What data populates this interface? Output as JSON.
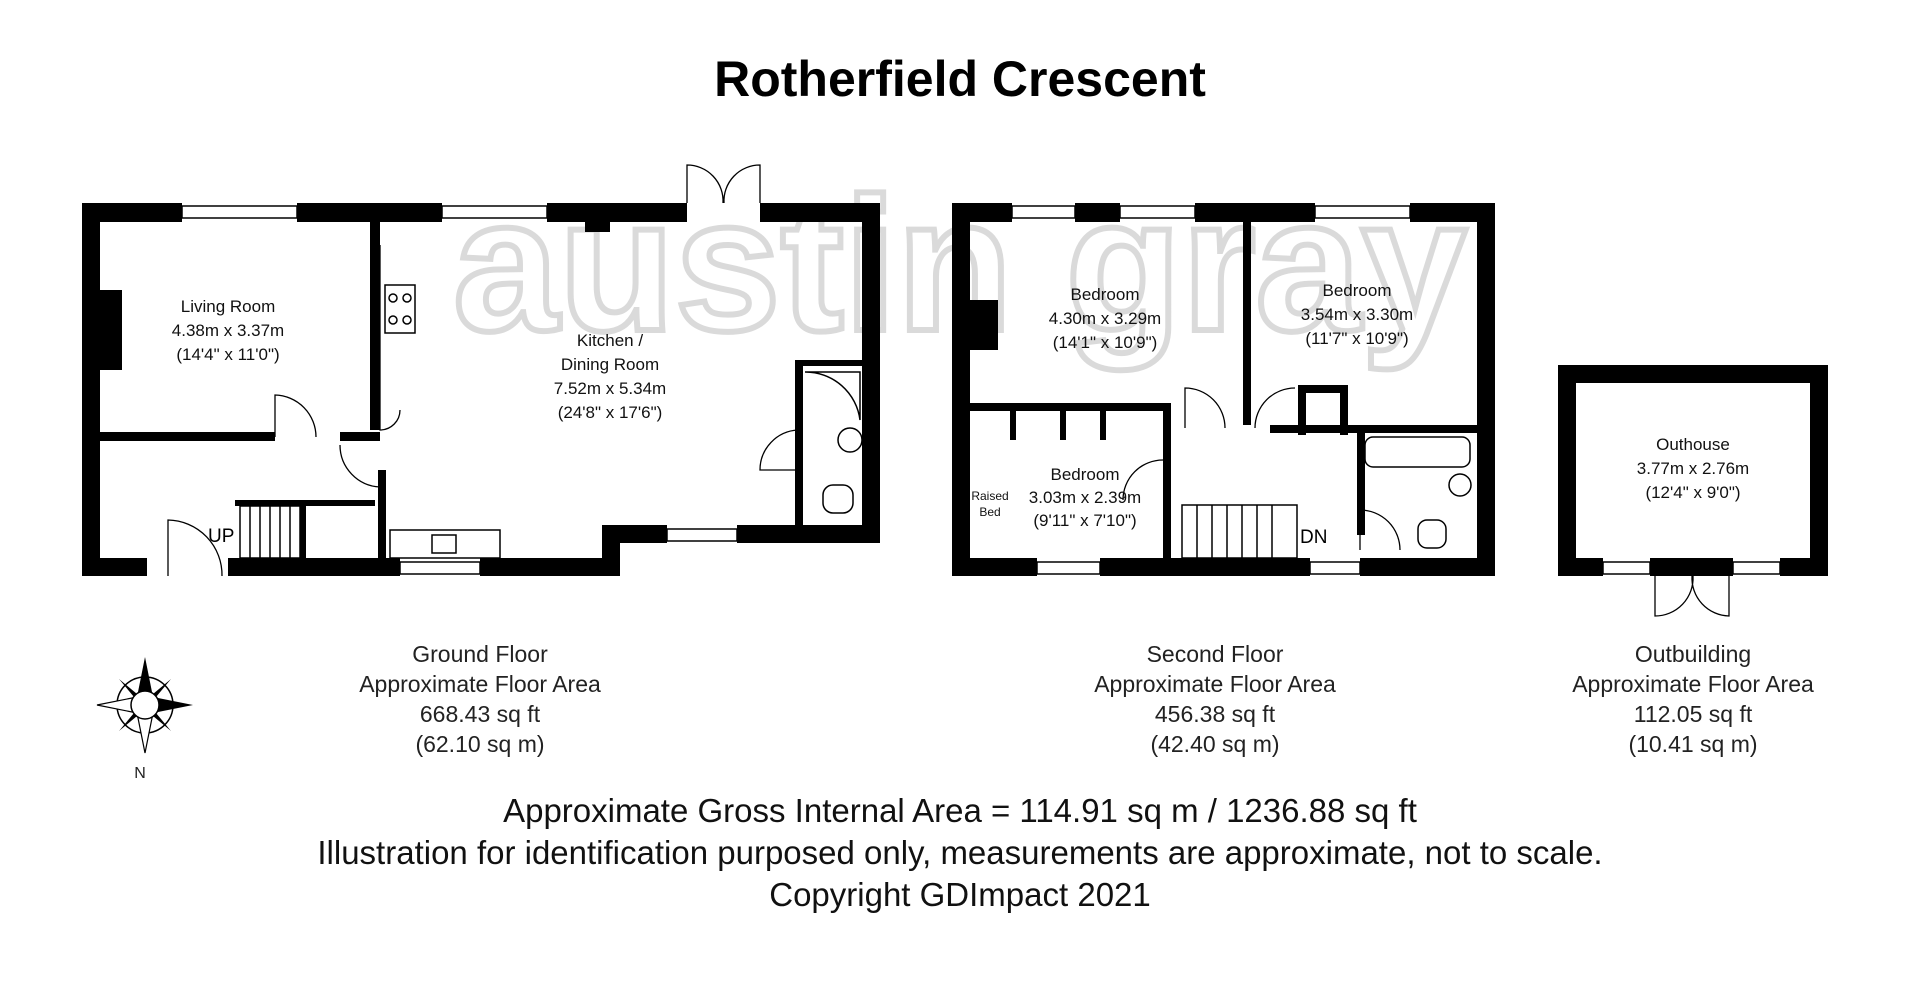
{
  "title": "Rotherfield Crescent",
  "watermark": "austin gray",
  "colors": {
    "walls": "#000000",
    "background": "#ffffff",
    "watermark": "#d9d9d9"
  },
  "ground_floor": {
    "rooms": {
      "living": {
        "name": "Living Room",
        "metric": "4.38m x 3.37m",
        "imperial": "(14'4\" x 11'0\")"
      },
      "kitchen": {
        "name_line1": "Kitchen /",
        "name_line2": "Dining Room",
        "metric": "7.52m x 5.34m",
        "imperial": "(24'8\" x 17'6\")"
      }
    },
    "stair_label": "UP",
    "caption": {
      "name": "Ground Floor",
      "area_label": "Approximate Floor Area",
      "sq_ft": "668.43 sq ft",
      "sq_m": "(62.10 sq m)"
    }
  },
  "second_floor": {
    "rooms": {
      "bedroom1": {
        "name": "Bedroom",
        "metric": "4.30m x 3.29m",
        "imperial": "(14'1\" x 10'9\")"
      },
      "bedroom2": {
        "name": "Bedroom",
        "metric": "3.54m x 3.30m",
        "imperial": "(11'7\" x 10'9\")"
      },
      "bedroom3": {
        "name": "Bedroom",
        "metric": "3.03m x 2.39m",
        "imperial": "(9'11\" x 7'10\")"
      }
    },
    "raised_bed_line1": "Raised",
    "raised_bed_line2": "Bed",
    "stair_label": "DN",
    "caption": {
      "name": "Second Floor",
      "area_label": "Approximate Floor Area",
      "sq_ft": "456.38 sq ft",
      "sq_m": "(42.40 sq m)"
    }
  },
  "outbuilding": {
    "rooms": {
      "outhouse": {
        "name": "Outhouse",
        "metric": "3.77m x 2.76m",
        "imperial": "(12'4\" x 9'0\")"
      }
    },
    "caption": {
      "name": "Outbuilding",
      "area_label": "Approximate Floor Area",
      "sq_ft": "112.05 sq ft",
      "sq_m": "(10.41 sq m)"
    }
  },
  "compass": {
    "north_label": "N"
  },
  "footer": {
    "gross_area": "Approximate Gross Internal Area = 114.91 sq m / 1236.88 sq ft",
    "disclaimer": "Illustration for identification purposed only, measurements are approximate, not to scale.",
    "copyright": "Copyright GDImpact 2021"
  }
}
